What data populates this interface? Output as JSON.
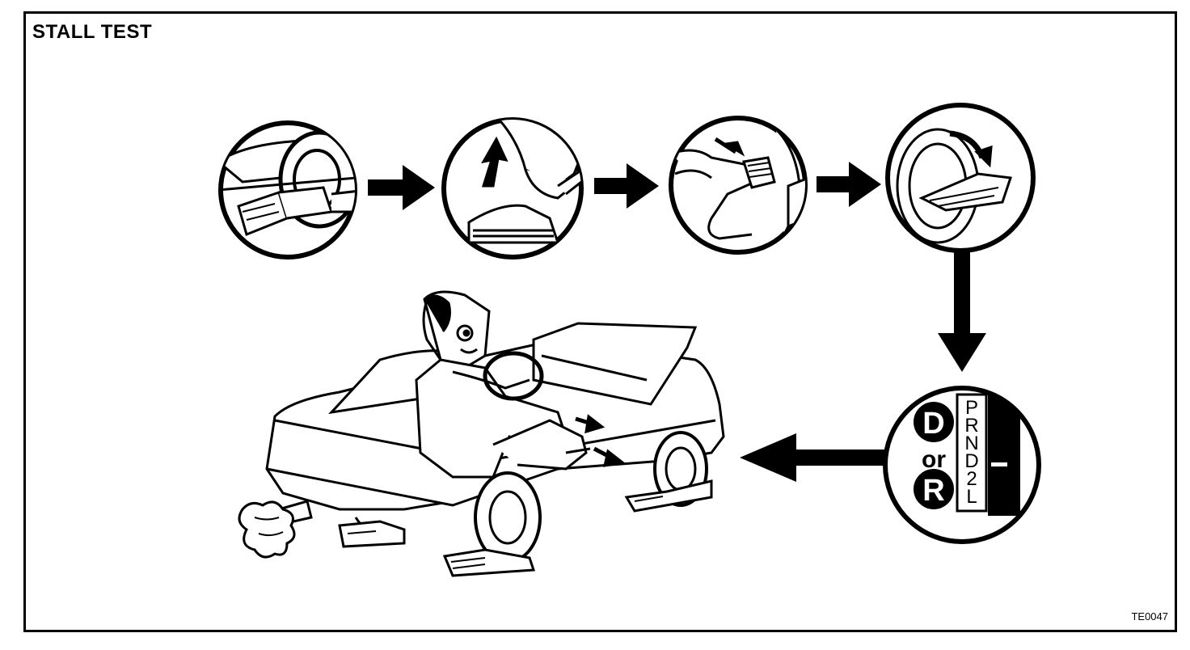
{
  "diagram": {
    "title": "STALL TEST",
    "figure_code": "TE0047",
    "steps": [
      {
        "name": "chock-wheels",
        "icon": "wheel-chock-icon"
      },
      {
        "name": "parking-brake",
        "icon": "parking-brake-icon"
      },
      {
        "name": "brake-pedal",
        "icon": "brake-pedal-icon"
      },
      {
        "name": "ignition-start",
        "icon": "ignition-key-icon"
      },
      {
        "name": "shift-to-d-or-r",
        "icon": "shift-lever-icon"
      },
      {
        "name": "full-throttle",
        "icon": "car-driver-icon"
      }
    ],
    "shift_panel": {
      "gear_d": "D",
      "gear_or": "or",
      "gear_r": "R",
      "positions": [
        "P",
        "R",
        "N",
        "D",
        "2",
        "L"
      ]
    },
    "colors": {
      "ink": "#000000",
      "paper": "#ffffff"
    }
  }
}
